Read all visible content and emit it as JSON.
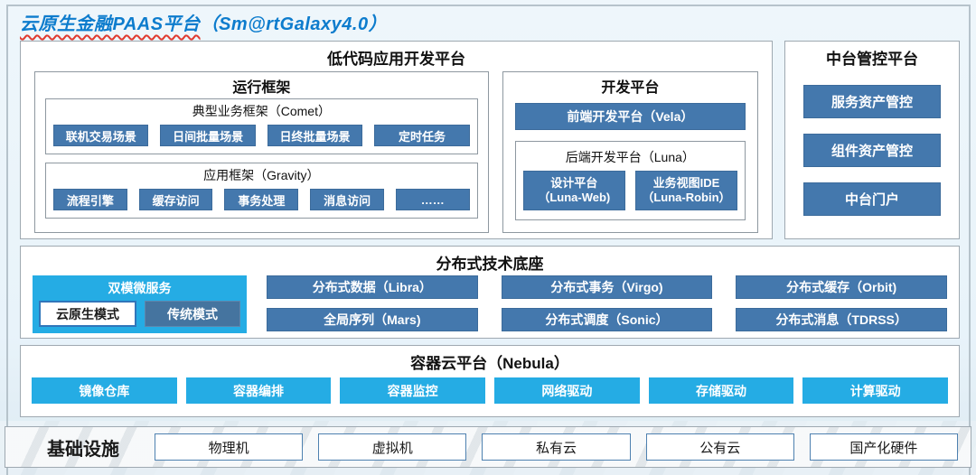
{
  "page": {
    "title_main": "云原生金融PAAS平台",
    "title_suffix": "（Sm@rtGalaxy4.0）"
  },
  "colors": {
    "steel_blue": "#4478AD",
    "cyan": "#25ACE4",
    "title_blue": "#0D7CCD",
    "page_bg": "#E8F3FA"
  },
  "low_code": {
    "title": "低代码应用开发平台",
    "runtime": {
      "title": "运行框架",
      "comet": {
        "title": "典型业务框架（Comet）",
        "items": [
          "联机交易场景",
          "日间批量场景",
          "日终批量场景",
          "定时任务"
        ]
      },
      "gravity": {
        "title": "应用框架（Gravity）",
        "items": [
          "流程引擎",
          "缓存访问",
          "事务处理",
          "消息访问",
          "……"
        ]
      }
    },
    "dev": {
      "title": "开发平台",
      "vela": "前端开发平台（Vela）",
      "luna": {
        "title": "后端开发平台（Luna）",
        "items": [
          {
            "line1": "设计平台",
            "line2": "（Luna-Web)"
          },
          {
            "line1": "业务视图IDE",
            "line2": "（Luna-Robin）"
          }
        ]
      }
    }
  },
  "middle_platform": {
    "title": "中台管控平台",
    "items": [
      "服务资产管控",
      "组件资产管控",
      "中台门户"
    ]
  },
  "distributed": {
    "title": "分布式技术底座",
    "dual_mode": {
      "title": "双模微服务",
      "modes": [
        "云原生模式",
        "传统模式"
      ]
    },
    "items": [
      "分布式数据（Libra）",
      "分布式事务（Virgo)",
      "分布式缓存（Orbit)",
      "全局序列（Mars)",
      "分布式调度（Sonic）",
      "分布式消息（TDRSS）"
    ]
  },
  "container_cloud": {
    "title": "容器云平台（Nebula）",
    "items": [
      "镜像仓库",
      "容器编排",
      "容器监控",
      "网络驱动",
      "存储驱动",
      "计算驱动"
    ]
  },
  "infrastructure": {
    "title": "基础设施",
    "items": [
      "物理机",
      "虚拟机",
      "私有云",
      "公有云",
      "国产化硬件"
    ]
  }
}
